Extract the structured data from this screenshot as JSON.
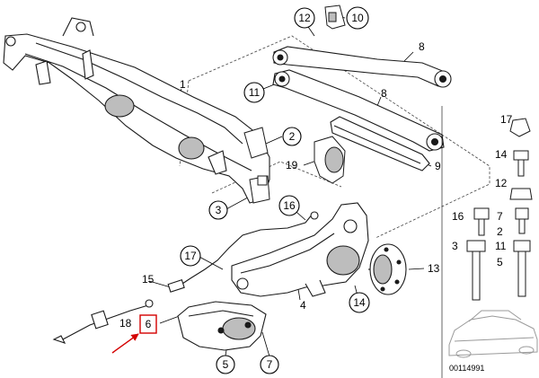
{
  "colors": {
    "highlight": "#d40000",
    "line": "#000000",
    "part_stroke": "#1a1a1a",
    "part_fill": "#ffffff",
    "shade": "#bdbdbd",
    "car_outline": "#9a9a9a"
  },
  "callouts": {
    "c1": "1",
    "c2": "2",
    "c3": "3",
    "c4": "4",
    "c5": "5",
    "c6": "6",
    "c7": "7",
    "c8a": "8",
    "c8b": "8",
    "c9": "9",
    "c10": "10",
    "c11": "11",
    "c12": "12",
    "c13": "13",
    "c14": "14",
    "c15": "15",
    "c16": "16",
    "c17": "17",
    "c18": "18",
    "c19": "19"
  },
  "side_panel": {
    "r1": "17",
    "r2": "14",
    "r3": "12",
    "r4a": "16",
    "r4b": "7",
    "r4c": "2",
    "r5a": "3",
    "r5b": "11",
    "r5c": "5"
  },
  "reference_number": "00114991",
  "icons": [
    "red-arrow-icon",
    "car-silhouette-icon"
  ]
}
